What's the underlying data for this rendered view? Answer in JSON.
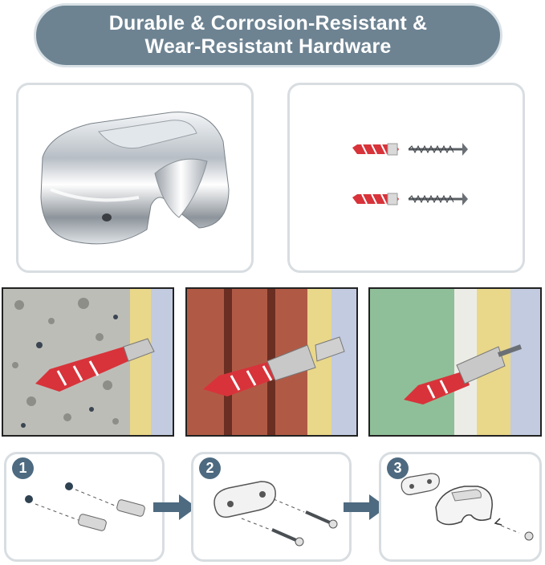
{
  "banner": {
    "line1": "Durable & Corrosion-Resistant &",
    "line2": "Wear-Resistant Hardware"
  },
  "products": {
    "holder_icon": "chrome-wall-holder",
    "kit_icon": "anchor-and-screw-kit"
  },
  "wall_types": [
    {
      "icon": "concrete-wall-anchor"
    },
    {
      "icon": "brick-wall-anchor"
    },
    {
      "icon": "drywall-anchor"
    }
  ],
  "steps": [
    {
      "number": "1"
    },
    {
      "number": "2"
    },
    {
      "number": "3"
    }
  ],
  "colors": {
    "banner_bg": "#6d8392",
    "badge_bg": "#4d6a80",
    "arrow": "#4d6a80",
    "anchor_red": "#d8333a"
  }
}
